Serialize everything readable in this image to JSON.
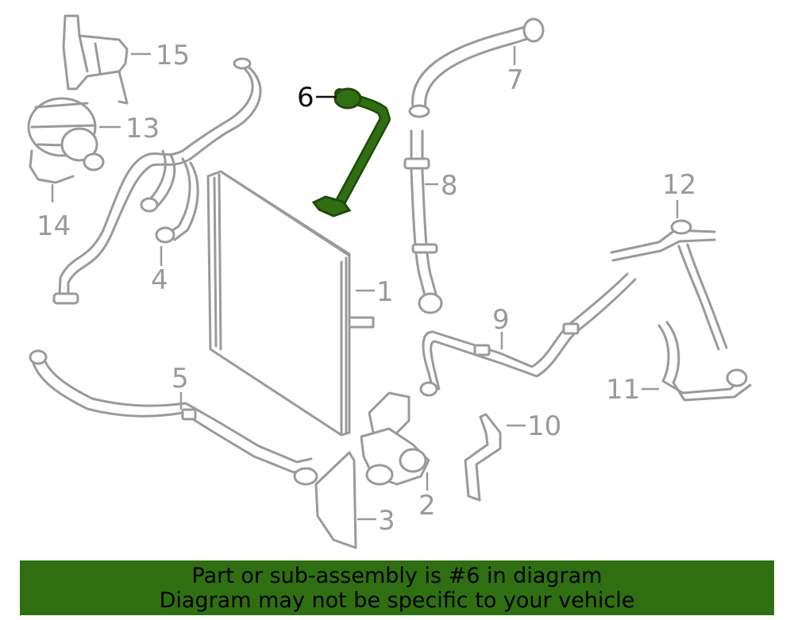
{
  "diagram": {
    "highlight_color": "#2f6f12",
    "part_color": "#9a9a9a",
    "callouts": [
      "1",
      "2",
      "3",
      "4",
      "5",
      "6",
      "7",
      "8",
      "9",
      "10",
      "11",
      "12",
      "13",
      "14",
      "15"
    ],
    "highlighted_part": "6"
  },
  "banner": {
    "line1": "Part or sub-assembly is #6 in diagram",
    "line2": "Diagram may not be specific to your vehicle",
    "background": "#2f6f12"
  }
}
